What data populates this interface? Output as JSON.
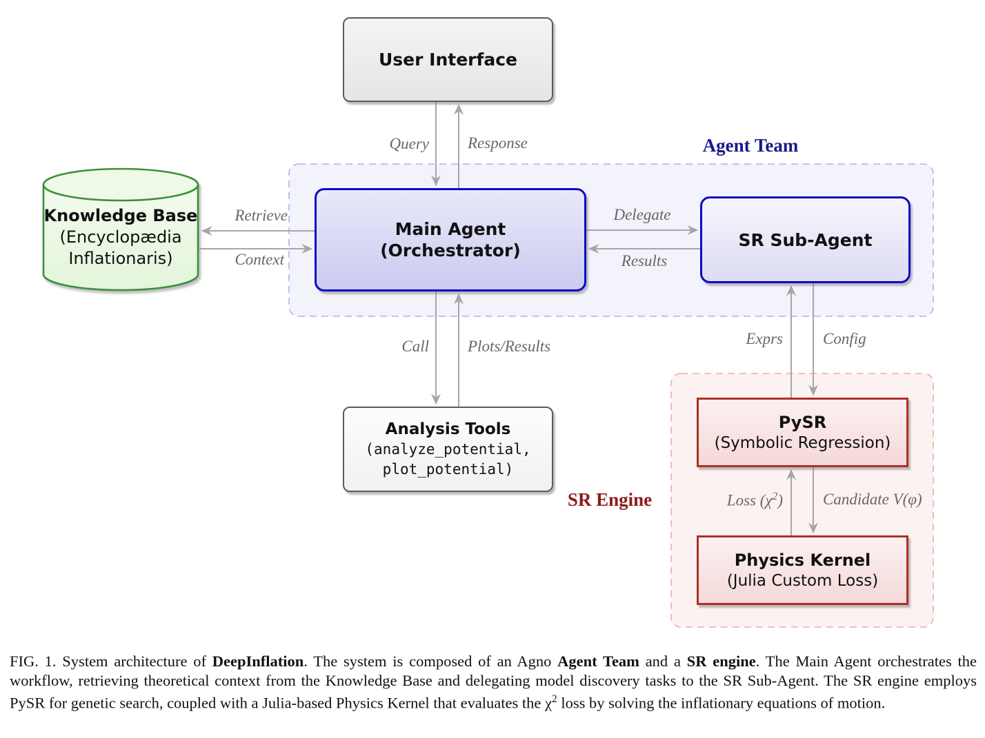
{
  "figure": {
    "nodes": {
      "user_interface": {
        "title": "User Interface"
      },
      "knowledge_base": {
        "title": "Knowledge Base",
        "line2": "(Encyclopædia",
        "line3": "Inflationaris)"
      },
      "main_agent": {
        "title": "Main Agent",
        "subtitle": "(Orchestrator)"
      },
      "sr_sub_agent": {
        "title": "SR Sub-Agent"
      },
      "analysis_tools": {
        "title": "Analysis Tools",
        "line2": "(analyze_potential,",
        "line3": "plot_potential)"
      },
      "pysr": {
        "title": "PySR",
        "subtitle": "(Symbolic Regression)"
      },
      "physics_kernel": {
        "title": "Physics Kernel",
        "subtitle": "(Julia Custom Loss)"
      }
    },
    "groups": {
      "agent_team": {
        "label": "Agent Team"
      },
      "sr_engine": {
        "label": "SR Engine"
      }
    },
    "edges": {
      "query": "Query",
      "response": "Response",
      "retrieve": "Retrieve",
      "context": "Context",
      "delegate": "Delegate",
      "results": "Results",
      "call": "Call",
      "plots_results": "Plots/Results",
      "exprs": "Exprs",
      "config": "Config",
      "loss_pre": "Loss (χ",
      "loss_sup": "2",
      "loss_post": ")",
      "candidate": "Candidate V(φ)"
    },
    "colors": {
      "node-border-blue": "#0a0ac6",
      "node-border-red": "#ad2f24",
      "node-border-green": "#3a8f3a",
      "node-border-gray": "#5a5a5a",
      "group-fill-blue": "#f3f3fb",
      "group-border-blue": "#b0b0ec",
      "group-fill-red": "#fdf2f2",
      "group-border-red": "#f0aaaa",
      "team-label": "#19198c",
      "engine-label": "#8e1b1b",
      "arrow": "#a6a6a6",
      "edge-label": "#666666"
    }
  },
  "caption": {
    "s1": "FIG. 1. System architecture of ",
    "s2_bold": "DeepInflation",
    "s3": ". The system is composed of an Agno ",
    "s4_bold": "Agent Team",
    "s5": " and a ",
    "s6_bold": "SR engine",
    "s7": ". The Main Agent orchestrates the workflow, retrieving theoretical context from the Knowledge Base and delegating model discovery tasks to the SR Sub-Agent. The SR engine employs PySR for genetic search, coupled with a Julia-based Physics Kernel that evaluates the ",
    "s8_chi": "χ",
    "s8_sup": "2",
    "s9": " loss by solving the inflationary equations of motion."
  }
}
